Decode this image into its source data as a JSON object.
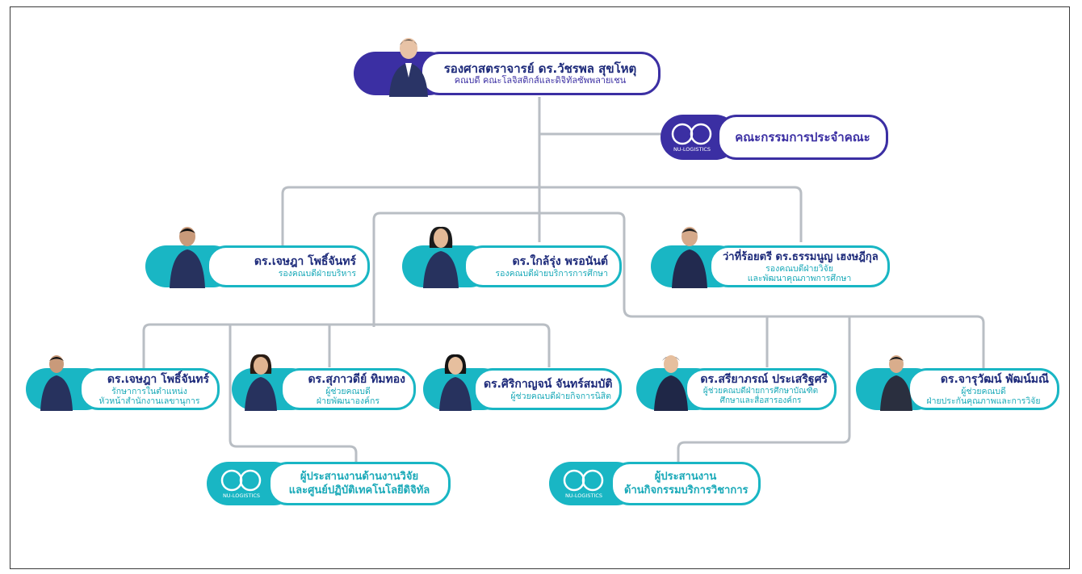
{
  "dean": {
    "name": "รองศาสตราจารย์ ดร.วัชรพล สุขโหตุ",
    "role": "คณบดี คณะโลจิสติกส์และดิจิทัลซัพพลายเชน"
  },
  "committee": {
    "label": "คณะกรรมการประจำคณะ",
    "logo_text": "NU-LOGISTICS"
  },
  "vice_deans": [
    {
      "name": "ดร.เจษฎา โพธิ์จันทร์",
      "role": [
        "รองคณบดีฝ่ายบริหาร"
      ]
    },
    {
      "name": "ดร.ใกล้รุ่ง พรอนันต์",
      "role": [
        "รองคณบดีฝ่ายบริการการศึกษา"
      ]
    },
    {
      "name": "ว่าที่ร้อยตรี ดร.ธรรมนูญ เฮงษฎีกุล",
      "role": [
        "รองคณบดีฝ่ายวิจัย",
        "และพัฒนาคุณภาพการศึกษา"
      ]
    }
  ],
  "assistants": [
    {
      "name": "ดร.เจษฎา โพธิ์จันทร์",
      "role": [
        "รักษาการในตำแหน่ง",
        "หัวหน้าสำนักงานเลขานุการ"
      ]
    },
    {
      "name": "ดร.สุภาวดีย์ ทิมทอง",
      "role": [
        "ผู้ช่วยคณบดี",
        "ฝ่ายพัฒนาองค์กร"
      ]
    },
    {
      "name": "ดร.ศิริกาญจน์ จันทร์สมบัติ",
      "role": [
        "ผู้ช่วยคณบดีฝ่ายกิจการนิสิต"
      ]
    },
    {
      "name": "ดร.สรียาภรณ์ ประเสริฐศรี",
      "role": [
        "ผู้ช่วยคณบดีฝ่ายการศึกษาบัณฑิต",
        "ศึกษาและสื่อสารองค์กร"
      ]
    },
    {
      "name": "ดร.จารุวัฒน์ พัฒน์มณี",
      "role": [
        "ผู้ช่วยคณบดี",
        "ฝ่ายประกันคุณภาพและการวิจัย"
      ]
    }
  ],
  "coordinators": [
    {
      "label": [
        "ผู้ประสานงานด้านงานวิจัย",
        "และศูนย์ปฏิบัติเทคโนโลยีดิจิทัล"
      ],
      "logo_text": "NU-LOGISTICS"
    },
    {
      "label": [
        "ผู้ประสานงาน",
        "ด้านกิจกรรมบริการวิชาการ"
      ],
      "logo_text": "NU-LOGISTICS"
    }
  ],
  "colors": {
    "teal": "#19b6c4",
    "purple": "#3b2fa3",
    "navy": "#1d2a7a",
    "connector": "#b9bec4"
  }
}
